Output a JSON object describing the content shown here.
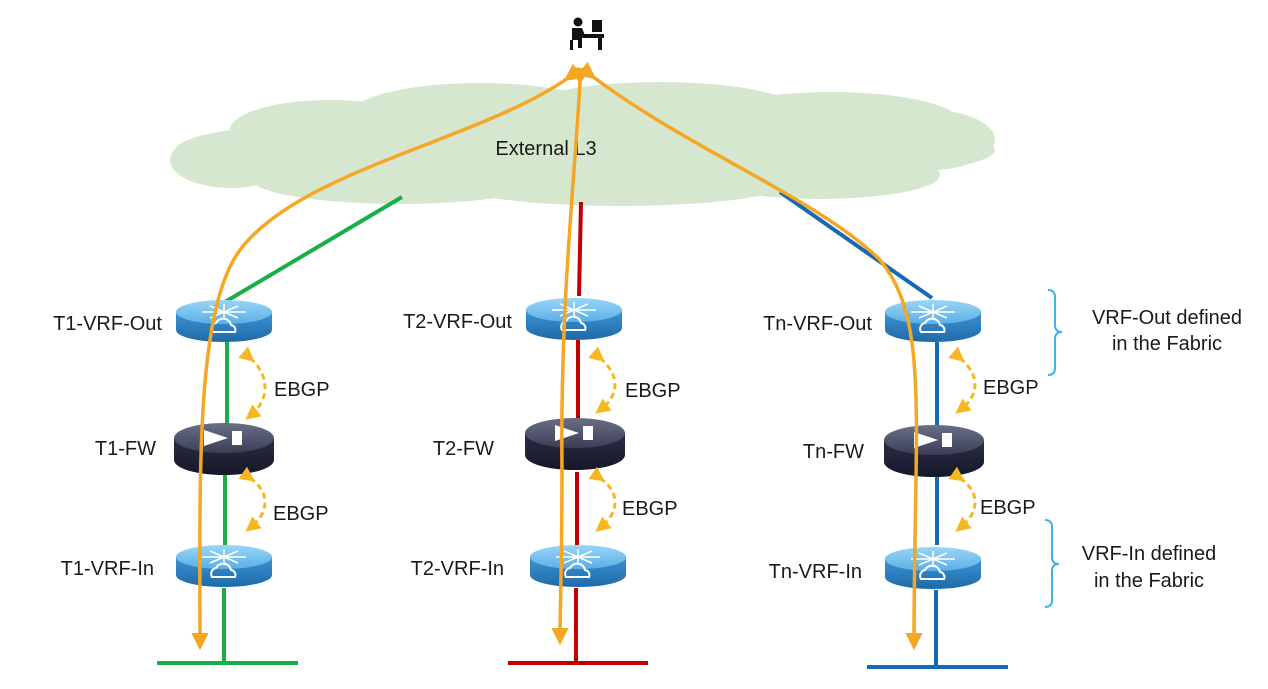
{
  "cloud": {
    "label": "External L3",
    "color": "#d5e8cf"
  },
  "tenants": [
    {
      "vrf_out": "T1-VRF-Out",
      "fw": "T1-FW",
      "vrf_in": "T1-VRF-In",
      "ebgp_upper": "EBGP",
      "ebgp_lower": "EBGP",
      "color": "#1aae48"
    },
    {
      "vrf_out": "T2-VRF-Out",
      "fw": "T2-FW",
      "vrf_in": "T2-VRF-In",
      "ebgp_upper": "EBGP",
      "ebgp_lower": "EBGP",
      "color": "#c00000"
    },
    {
      "vrf_out": "Tn-VRF-Out",
      "fw": "Tn-FW",
      "vrf_in": "Tn-VRF-In",
      "ebgp_upper": "EBGP",
      "ebgp_lower": "EBGP",
      "color": "#1569b5"
    }
  ],
  "notes": {
    "vrf_out_line1": "VRF-Out defined",
    "vrf_out_line2": "in the Fabric",
    "vrf_in_line1": "VRF-In defined",
    "vrf_in_line2": "in the Fabric"
  },
  "icons": {
    "user": "user-at-desk-icon",
    "router": "router-icon",
    "firewall": "firewall-icon"
  },
  "colors": {
    "traffic_path": "#f5a623",
    "ebgp_arrow": "#f5b820",
    "bracket": "#3fb3e6",
    "router_top": "#6ec0f0",
    "router_side": "#2d7fc4",
    "fw_top": "#4a4e66",
    "fw_side": "#1f2235"
  }
}
